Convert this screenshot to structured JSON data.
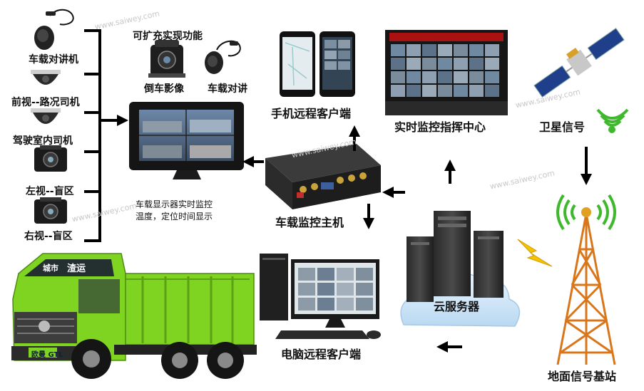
{
  "labels": {
    "intercom": "车载对讲机",
    "front_cam": "前视--路况司机",
    "cab_cam": "驾驶室内司机",
    "left_cam": "左视--盲区",
    "right_cam": "右视--盲区",
    "expand": "可扩充实现功能",
    "reverse": "倒车影像",
    "talk": "车载对讲",
    "mobile": "手机远程客户端",
    "center": "实时监控指挥中心",
    "satellite": "卫星信号",
    "display_line1": "车载显示器实时监控",
    "display_line2": "温度，定位时间显示",
    "dvr": "车载监控主机",
    "cloud": "云服务器",
    "pc": "电脑远程客户端",
    "tower": "地面信号基站"
  },
  "watermark": "www.saiwey.com",
  "truck": {
    "cab_text1": "城市",
    "cab_text2": "渣运",
    "brand": "欧曼 GTL"
  },
  "colors": {
    "truck_green": "#7fd321",
    "arrow": "#000000",
    "lightning": "#f5c400",
    "signal": "#3fb82e",
    "tower": "#d9761a"
  }
}
